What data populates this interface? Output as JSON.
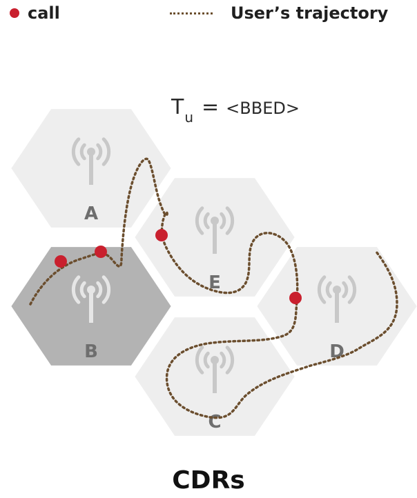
{
  "legend": {
    "call_label": "call",
    "trajectory_label": "User’s trajectory"
  },
  "formula": {
    "base": "T",
    "subscript": "u",
    "equals": "=",
    "sequence": "<BBED>"
  },
  "cells": [
    {
      "id": "A",
      "label": "A",
      "highlighted": false
    },
    {
      "id": "B",
      "label": "B",
      "highlighted": true
    },
    {
      "id": "E",
      "label": "E",
      "highlighted": false
    },
    {
      "id": "D",
      "label": "D",
      "highlighted": false
    },
    {
      "id": "C",
      "label": "C",
      "highlighted": false
    }
  ],
  "icons": {
    "antenna": "cell-tower-icon"
  },
  "footer": {
    "title": "CDRs"
  },
  "colors": {
    "cell_fill": "#eeeeee",
    "cell_fill_highlighted": "#b3b3b3",
    "cell_stroke": "#d9d9d9",
    "antenna": "#c8c8c8",
    "antenna_highlighted": "#e6e6e6",
    "cell_label": "#6e6e6e",
    "call_dot": "#c9202e",
    "trajectory": "#6b4e2e"
  }
}
